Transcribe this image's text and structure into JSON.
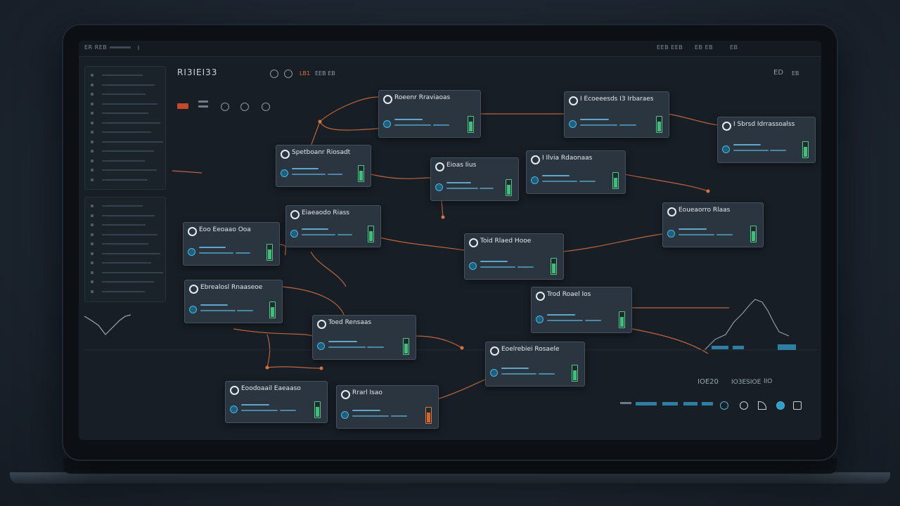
{
  "window": {
    "menu_left": "ER REB",
    "menu_right": [
      "EEB EEB",
      "EB EB",
      "EB"
    ]
  },
  "header": {
    "title": "RI3IEI33",
    "status_text": "LB1",
    "status_sub": "EEB EB",
    "corner_text": "ED",
    "corner_sub": "EB"
  },
  "nodes": [
    {
      "title": "Roeenr Rraviaoas"
    },
    {
      "title": "I Ecoeeesds I3 Irbaraes"
    },
    {
      "title": "I Sbrsd Idrrassoalss"
    },
    {
      "title": "Spetboanr Riosadt"
    },
    {
      "title": "Eioas Iius"
    },
    {
      "title": "I Ilvia Rdaonaas"
    },
    {
      "title": "Eiaeaodo Riass"
    },
    {
      "title": "Eoo Eeoaao Ooa"
    },
    {
      "title": "Eoueaorro Rlaas"
    },
    {
      "title": "Toid Rlaed Hooe"
    },
    {
      "title": "Ebrealosl Rnaaseoe"
    },
    {
      "title": "Trod Roael Ios"
    },
    {
      "title": "Toed Rensaas"
    },
    {
      "title": "Eoelrebiei Rosaele"
    },
    {
      "title": "Eoodoaail Eaeaaso"
    },
    {
      "title": "Rrarl Isao"
    }
  ],
  "footer": {
    "readout": "IOE20",
    "readout_sub": "IO3ESIOE",
    "readout_end": "IIO"
  },
  "icons": [
    "circle-status-icon",
    "metric-globe-icon",
    "battery-icon",
    "clock-icon",
    "wifi-icon",
    "settings-icon"
  ],
  "colors": {
    "link": "#d8733f",
    "accent": "#48b7e2",
    "ok": "#3fbf7f",
    "warn": "#d9652c"
  }
}
